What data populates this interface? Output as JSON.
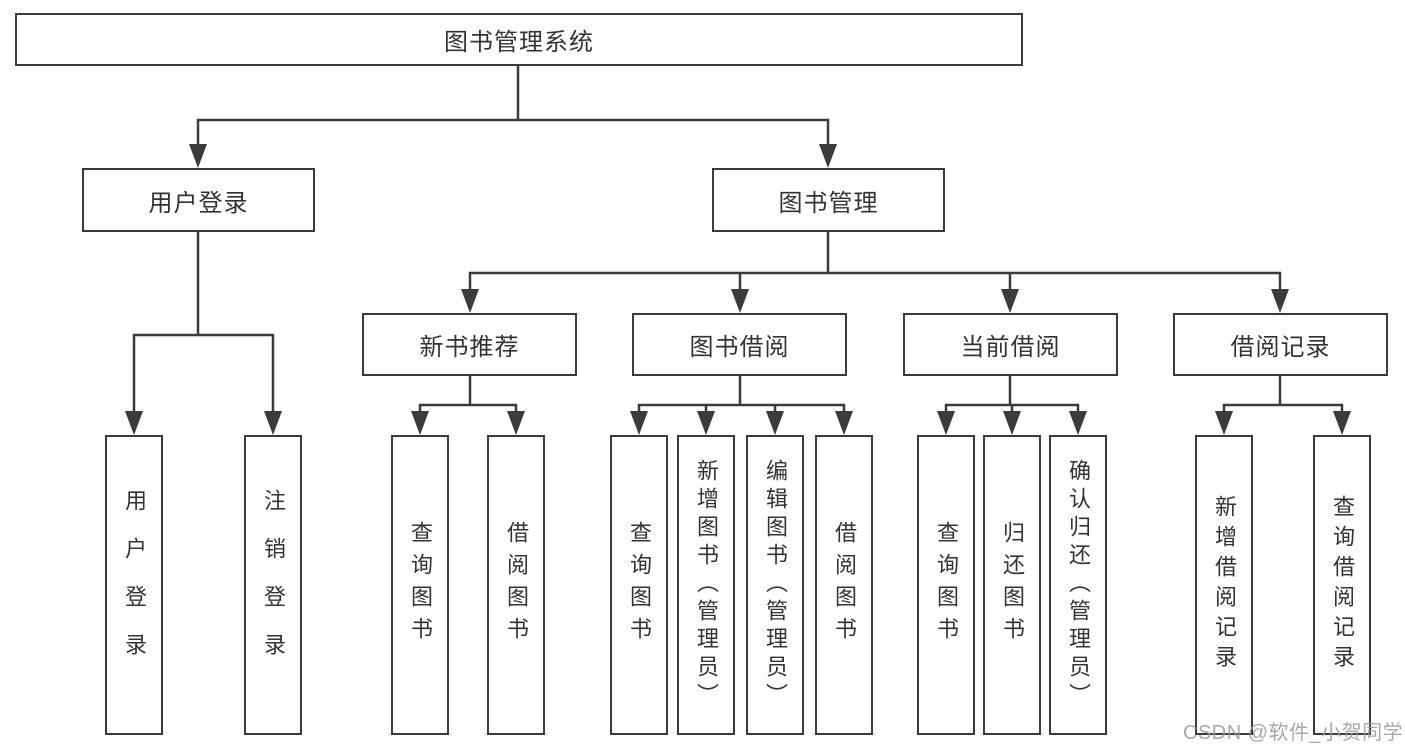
{
  "diagram": {
    "type": "hierarchy-tree",
    "tree": {
      "label": "图书管理系统",
      "children": [
        {
          "label": "用户登录",
          "children": [
            {
              "label": "用户登录"
            },
            {
              "label": "注销登录"
            }
          ]
        },
        {
          "label": "图书管理",
          "children": [
            {
              "label": "新书推荐",
              "children": [
                {
                  "label": "查询图书"
                },
                {
                  "label": "借阅图书"
                }
              ]
            },
            {
              "label": "图书借阅",
              "children": [
                {
                  "label": "查询图书"
                },
                {
                  "label": "新增图书（管理员）"
                },
                {
                  "label": "编辑图书（管理员）"
                },
                {
                  "label": "借阅图书"
                }
              ]
            },
            {
              "label": "当前借阅",
              "children": [
                {
                  "label": "查询图书"
                },
                {
                  "label": "归还图书"
                },
                {
                  "label": "确认归还（管理员）"
                }
              ]
            },
            {
              "label": "借阅记录",
              "children": [
                {
                  "label": "新增借阅记录"
                },
                {
                  "label": "查询借阅记录"
                }
              ]
            }
          ]
        }
      ]
    }
  },
  "watermark": {
    "text": "CSDN @软件_小贺同学"
  },
  "colors": {
    "line": "#3b3b3b",
    "text": "#333333",
    "box_background": "#ffffff",
    "page_background": "#ffffff",
    "watermark": "#9e9e9e"
  }
}
